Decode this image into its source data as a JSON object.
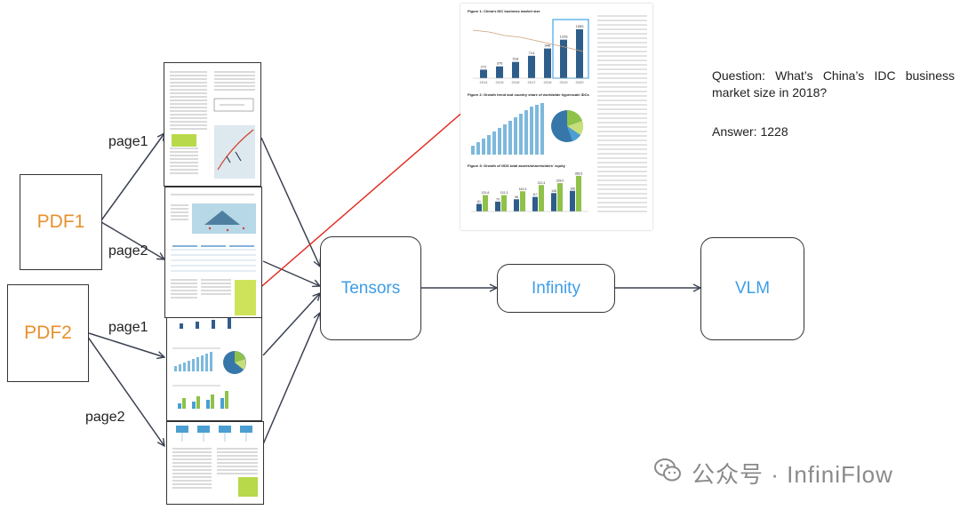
{
  "nodes": {
    "pdf1": "PDF1",
    "pdf2": "PDF2",
    "tensors": "Tensors",
    "infinity": "Infinity",
    "vlm": "VLM"
  },
  "edge_labels": {
    "pdf1_page1": "page1",
    "pdf1_page2": "page2",
    "pdf2_page1": "page1",
    "pdf2_page2": "page2"
  },
  "qa": {
    "question": "Question: What’s China’s IDC business market size in 2018?",
    "answer": "Answer: 1228"
  },
  "watermark": "公众号 · InfiniFlow",
  "zoomed_page": {
    "figure1_title": "Figure 1: China's IDC business market size",
    "figure2_title": "Figure 2: Growth trend and country share of worldwide hyperscale IDCs",
    "figure3_title": "Figure 3: Growth of GDS total assets/shareholders' equity",
    "fig1_values": [
      272,
      376,
      518,
      714,
      946,
      1228,
      1559
    ],
    "fig1_years": [
      "2014",
      "2015",
      "2016",
      "2017",
      "2018",
      "2019",
      "2020"
    ],
    "fig3_values": [
      [
        "61",
        "131.6"
      ],
      [
        "79",
        "131.3"
      ],
      [
        "98",
        "162.4"
      ],
      [
        "117",
        "212.4"
      ],
      [
        "148",
        "228.0"
      ],
      [
        "166",
        "286.5"
      ]
    ]
  },
  "colors": {
    "pdf_text": "#e8902e",
    "process_text": "#3d9ee5",
    "highlight_arrow": "#e0281e",
    "edge": "#3a4150"
  }
}
